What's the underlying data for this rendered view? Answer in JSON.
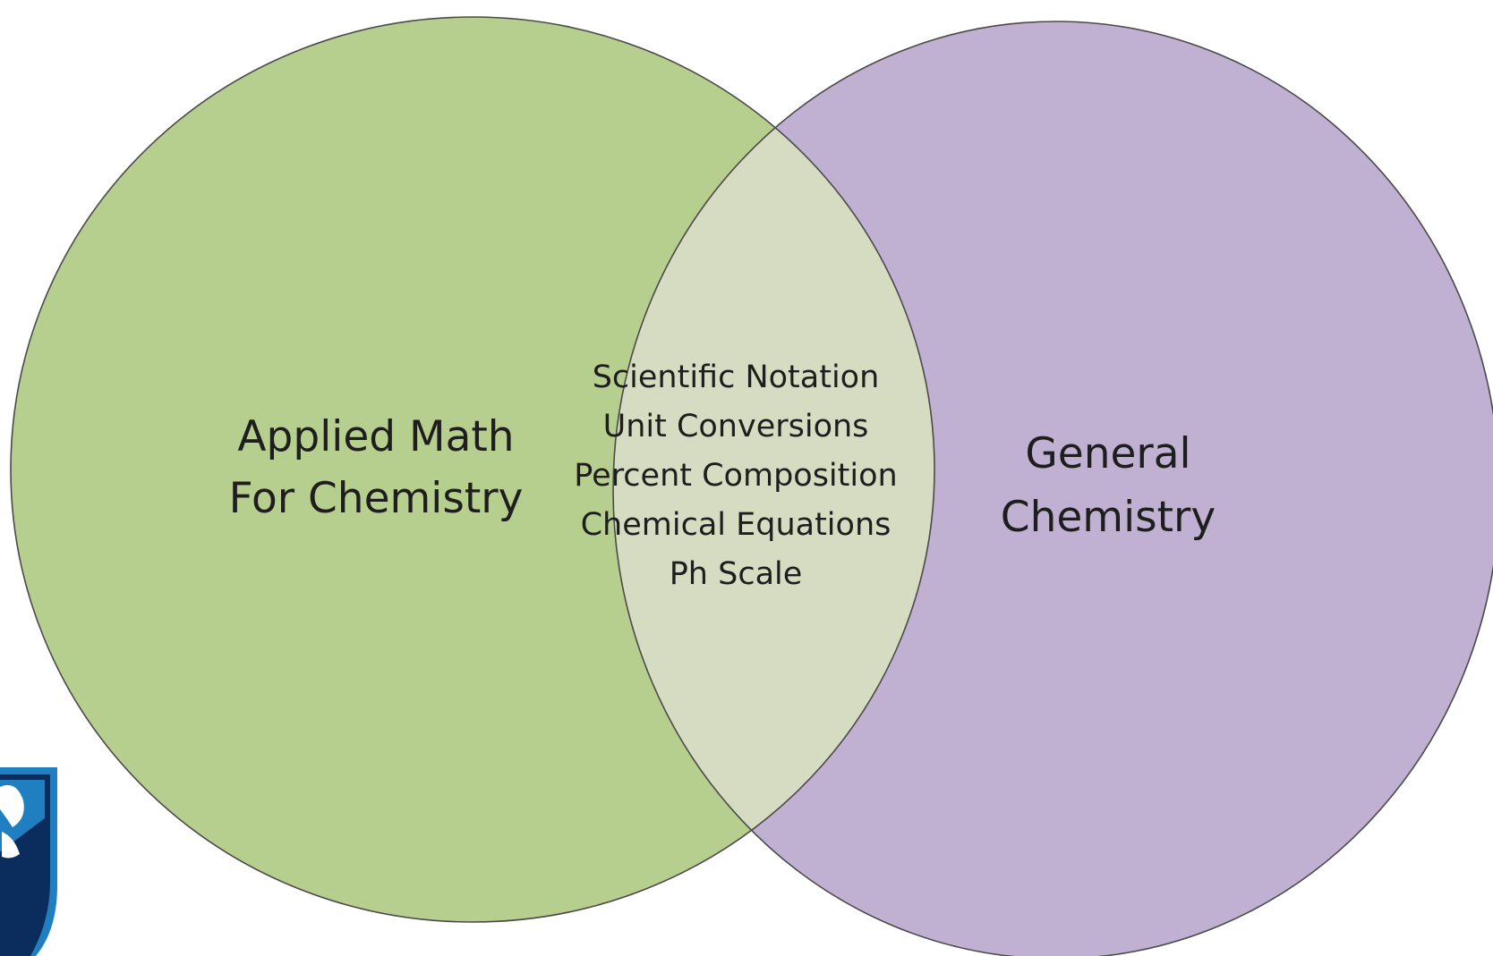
{
  "diagram": {
    "type": "venn",
    "left_set": {
      "lines": [
        "Applied Math",
        "For Chemistry"
      ],
      "color": "#b7cf8e"
    },
    "right_set": {
      "lines": [
        "General",
        "Chemistry"
      ],
      "color": "#c0b1d2"
    },
    "intersection": {
      "items": [
        "Scientific Notation",
        "Unit Conversions",
        "Percent Composition",
        "Chemical Equations",
        "Ph Scale"
      ],
      "color": "#d6dcc1"
    },
    "outline_color": "#4a4a4a"
  },
  "logo": {
    "icon": "shield-logo-icon",
    "colors": [
      "#0a2d5e",
      "#1f7fc0",
      "#ffffff"
    ]
  }
}
